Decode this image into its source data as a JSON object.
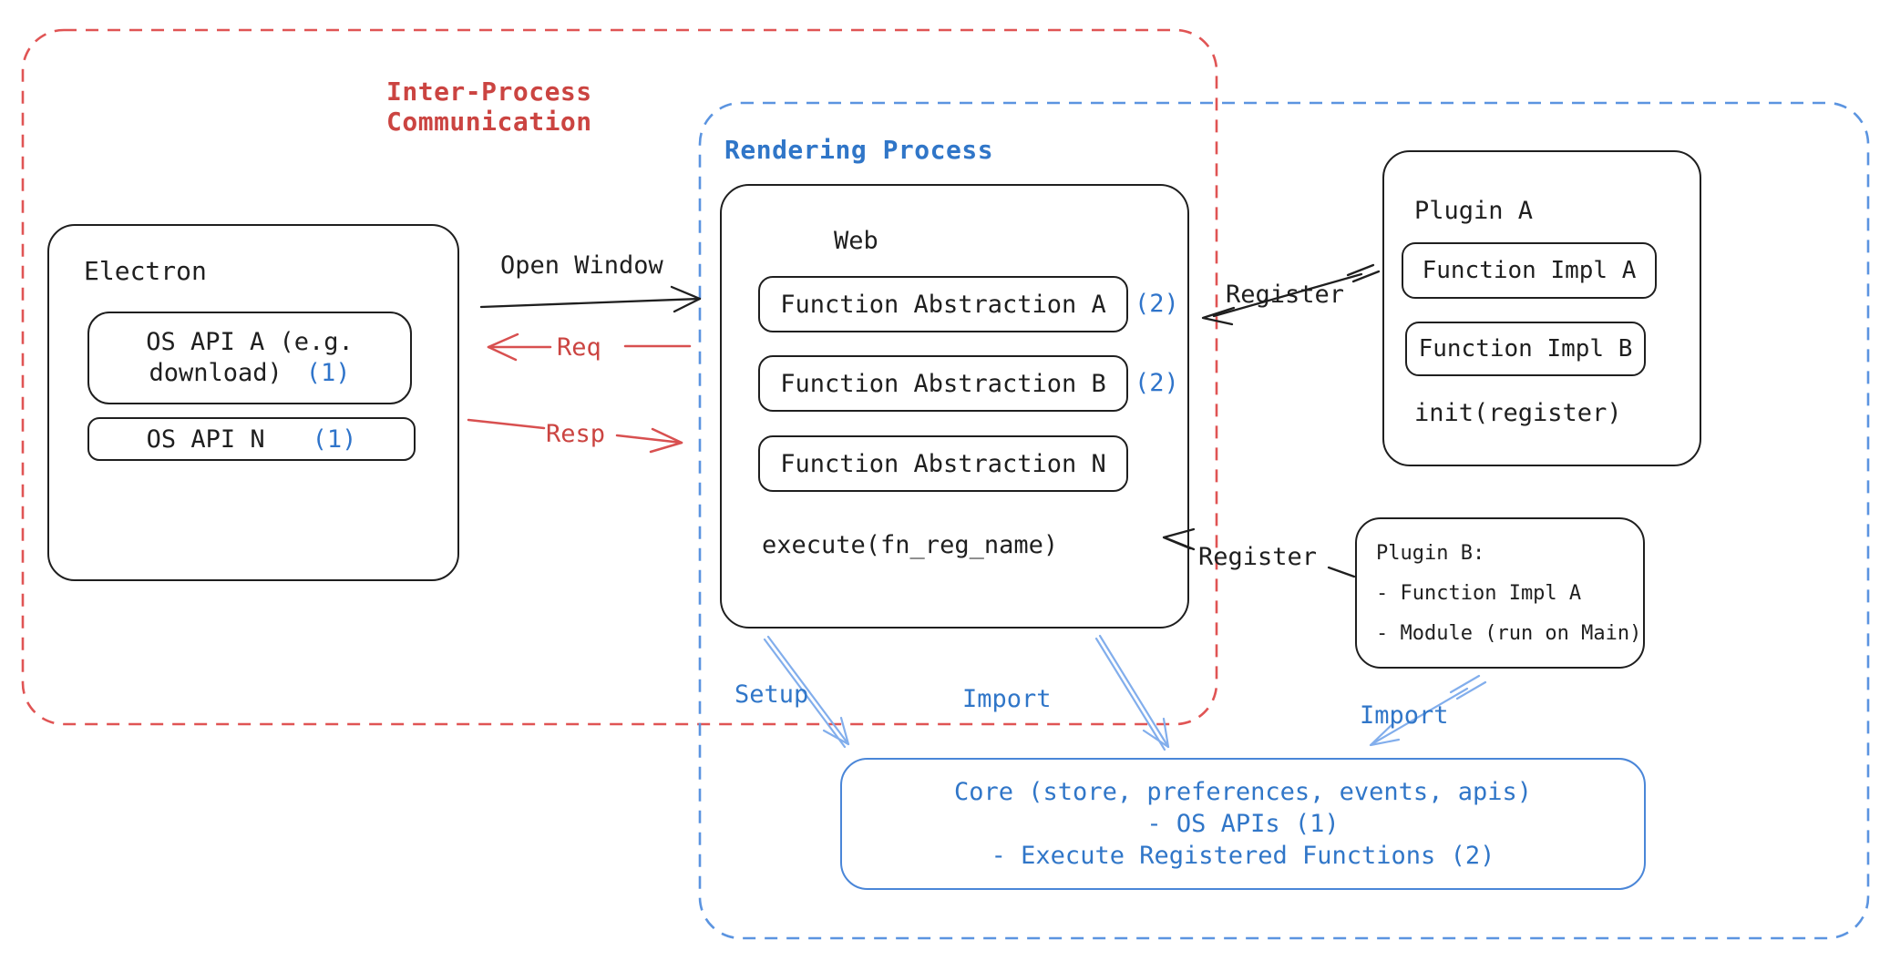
{
  "colors": {
    "ink": "#1f1f1f",
    "red-text": "#cb4441",
    "red-arrow": "#d85050",
    "red-dash": "#e05454",
    "blue-text": "#3076c8",
    "blue-badge": "#2f74ca",
    "blue-dash": "#5b94e0",
    "blue-arrow": "#82aeec",
    "core-border": "#4a86d8"
  },
  "regions": {
    "ipc": {
      "line1": "Inter-Process",
      "line2": "Communication"
    },
    "rendering": {
      "label": "Rendering Process"
    }
  },
  "electron": {
    "title": "Electron",
    "os_api_a": {
      "line1": "OS API A (e.g.",
      "line2": "download)",
      "badge": "(1)"
    },
    "os_api_n": {
      "label": "OS API N",
      "badge": "(1)"
    }
  },
  "web": {
    "title": "Web",
    "fa_a": {
      "label": "Function Abstraction A",
      "badge": "(2)"
    },
    "fa_b": {
      "label": "Function Abstraction B",
      "badge": "(2)"
    },
    "fa_n": {
      "label": "Function Abstraction N"
    },
    "execute_label": "execute(fn_reg_name)"
  },
  "plugin_a": {
    "title": "Plugin A",
    "impl_a": "Function Impl A",
    "impl_b": "Function Impl B",
    "init_label": "init(register)"
  },
  "plugin_b": {
    "title": "Plugin B:",
    "item_1": "- Function Impl A",
    "item_2": "- Module (run on Main)"
  },
  "core": {
    "line1": "Core (store, preferences, events, apis)",
    "line2": "- OS APIs (1)",
    "line3": "- Execute Registered Functions (2)"
  },
  "arrows": {
    "open_window": "Open Window",
    "req": "Req",
    "resp": "Resp",
    "register_a": "Register",
    "register_b": "Register",
    "setup": "Setup",
    "import_web": "Import",
    "import_plugin": "Import"
  }
}
